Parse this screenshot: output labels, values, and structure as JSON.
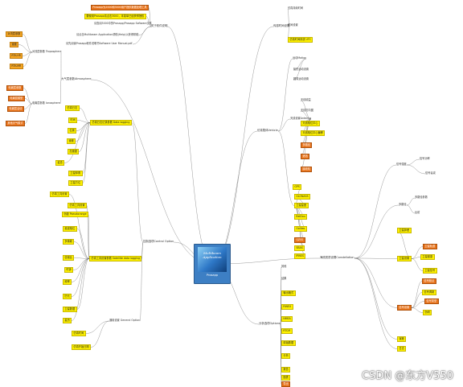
{
  "root": {
    "title": "Multibeam Application",
    "subtitle": "Prosapp"
  },
  "watermark": "CSDN @东方V550",
  "nodes": [
    {
      "id": "n01",
      "text": "Prosapp为2000和3000用户提供数据处理工具",
      "s": "e"
    },
    {
      "id": "n02",
      "text": "要使用Prosapp请点击3000，本菜单已经获得授权",
      "s": "y"
    },
    {
      "id": "n03",
      "text": "请查阅3000中的Prosapp/Prosapp Software文件",
      "s": "t"
    },
    {
      "id": "n04",
      "text": "请点击Multibeam Application帮助(Help)以获得帮助",
      "s": "t"
    },
    {
      "id": "n05",
      "text": "请先阅读Prosapp软件说明书Software User Manual.pdf",
      "s": "t"
    },
    {
      "id": "b1",
      "text": "关于软件说明",
      "s": "b"
    },
    {
      "id": "b2",
      "text": "大气层参数Atmosphere",
      "s": "b"
    },
    {
      "id": "b3",
      "text": "控制选项Control Option",
      "s": "b"
    },
    {
      "id": "b4",
      "text": "传感时间设置",
      "s": "b"
    },
    {
      "id": "b5",
      "text": "仿真载体Vehicle",
      "s": "b"
    },
    {
      "id": "b6",
      "text": "海底底质设置Constellation",
      "s": "b"
    },
    {
      "id": "b7",
      "text": "分析选项Options",
      "s": "b"
    },
    {
      "id": "n10",
      "text": "对流层参数 Troposphere",
      "s": "t"
    },
    {
      "id": "n11",
      "text": "对流层参数",
      "s": "o"
    },
    {
      "id": "n12",
      "text": "速度",
      "s": "o"
    },
    {
      "id": "n13",
      "text": "RTK-HR",
      "s": "o"
    },
    {
      "id": "n14",
      "text": "RTK-MR",
      "s": "o"
    },
    {
      "id": "n15",
      "text": "电离层参数 Ionosphere",
      "s": "t"
    },
    {
      "id": "n16",
      "text": "电离层参数",
      "s": "e"
    },
    {
      "id": "n17",
      "text": "电离层模型",
      "s": "e"
    },
    {
      "id": "n18",
      "text": "电离层活动",
      "s": "e"
    },
    {
      "id": "n19",
      "text": "其他天气模式",
      "s": "e"
    },
    {
      "id": "n20",
      "text": "仿真日志",
      "s": "y"
    },
    {
      "id": "n21",
      "text": "时间",
      "s": "y"
    },
    {
      "id": "n22",
      "text": "位置",
      "s": "y"
    },
    {
      "id": "n23",
      "text": "速度",
      "s": "y"
    },
    {
      "id": "n24",
      "text": "加速度",
      "s": "y"
    },
    {
      "id": "n25",
      "text": "姿态",
      "s": "y"
    },
    {
      "id": "n26",
      "text": "卫星仰角",
      "s": "y"
    },
    {
      "id": "n27",
      "text": "卫星方位",
      "s": "y"
    },
    {
      "id": "n28",
      "text": "仿真日志记录参数 Data logging",
      "s": "y"
    },
    {
      "id": "n29",
      "text": "仿真工具设置",
      "s": "y"
    },
    {
      "id": "n30",
      "text": "仿真工具设置",
      "s": "y"
    },
    {
      "id": "n31",
      "text": "伪距 Pseudorange",
      "s": "y"
    },
    {
      "id": "n32",
      "text": "载波相位",
      "s": "y"
    },
    {
      "id": "n33",
      "text": "多普勒",
      "s": "y"
    },
    {
      "id": "n34",
      "text": "信噪比",
      "s": "y"
    },
    {
      "id": "n35",
      "text": "时钟",
      "s": "y"
    },
    {
      "id": "n36",
      "text": "频率",
      "s": "y"
    },
    {
      "id": "n37",
      "text": "历元",
      "s": "y"
    },
    {
      "id": "n38",
      "text": "仿真工具设置参数 Satellite data logging",
      "s": "y"
    },
    {
      "id": "n39",
      "text": "卫星数据",
      "s": "y"
    },
    {
      "id": "n40",
      "text": "星历",
      "s": "y"
    },
    {
      "id": "n41",
      "text": "历书",
      "s": "y"
    },
    {
      "id": "n42",
      "text": "通用设置 General Option",
      "s": "t"
    },
    {
      "id": "n43",
      "text": "仿真时间",
      "s": "y"
    },
    {
      "id": "n44",
      "text": "仿真开始日期",
      "s": "y"
    },
    {
      "id": "n45",
      "text": "仿真持续时间",
      "s": "t"
    },
    {
      "id": "n46",
      "text": "时间设置",
      "s": "t"
    },
    {
      "id": "n47",
      "text": "仿真时间系统 UTC",
      "s": "y"
    },
    {
      "id": "n48",
      "text": "运动Motion",
      "s": "t"
    },
    {
      "id": "n49",
      "text": "矩形运动设置",
      "s": "t"
    },
    {
      "id": "n50",
      "text": "圆周运动设置",
      "s": "t"
    },
    {
      "id": "n51",
      "text": "天线设置Antenna",
      "s": "t"
    },
    {
      "id": "n52",
      "text": "天线增益",
      "s": "t"
    },
    {
      "id": "n53",
      "text": "天线方向图",
      "s": "t"
    },
    {
      "id": "n54",
      "text": "天线相位中心",
      "s": "y"
    },
    {
      "id": "n55",
      "text": "天线相位中心偏移",
      "s": "y"
    },
    {
      "id": "n56",
      "text": "多路径",
      "s": "e"
    },
    {
      "id": "n57",
      "text": "遮挡",
      "s": "e"
    },
    {
      "id": "n58",
      "text": "接收机",
      "s": "e"
    },
    {
      "id": "n59",
      "text": "卫星星座",
      "s": "y"
    },
    {
      "id": "n60",
      "text": "GPS",
      "s": "y"
    },
    {
      "id": "n61",
      "text": "GLONASS",
      "s": "y"
    },
    {
      "id": "n62",
      "text": "BeiDou",
      "s": "y"
    },
    {
      "id": "n63",
      "text": "Galileo",
      "s": "y"
    },
    {
      "id": "n64",
      "text": "QZSS",
      "s": "e"
    },
    {
      "id": "n65",
      "text": "SBAS",
      "s": "y"
    },
    {
      "id": "n66",
      "text": "IRNSS",
      "s": "y"
    },
    {
      "id": "n67",
      "text": "信号强度",
      "s": "t"
    },
    {
      "id": "n68",
      "text": "信号功率",
      "s": "t"
    },
    {
      "id": "n69",
      "text": "信号衰减",
      "s": "t"
    },
    {
      "id": "n70",
      "text": "多路径",
      "s": "t"
    },
    {
      "id": "n71",
      "text": "多路径参数",
      "s": "t"
    },
    {
      "id": "n72",
      "text": "反射",
      "s": "t"
    },
    {
      "id": "n73",
      "text": "卫星钟差",
      "s": "y"
    },
    {
      "id": "n74",
      "text": "卫星设置",
      "s": "y"
    },
    {
      "id": "n75",
      "text": "卫星轨道",
      "s": "e"
    },
    {
      "id": "n76",
      "text": "卫星健康",
      "s": "y"
    },
    {
      "id": "n77",
      "text": "卫星信号",
      "s": "y"
    },
    {
      "id": "n78",
      "text": "信号设置",
      "s": "e"
    },
    {
      "id": "n79",
      "text": "信号频点",
      "s": "e"
    },
    {
      "id": "n80",
      "text": "信号调制",
      "s": "y"
    },
    {
      "id": "n81",
      "text": "信号类型",
      "s": "e"
    },
    {
      "id": "n82",
      "text": "伪码",
      "s": "y"
    },
    {
      "id": "n83",
      "text": "误差",
      "s": "y"
    },
    {
      "id": "n84",
      "text": "日志",
      "s": "y"
    },
    {
      "id": "n85",
      "text": "其他",
      "s": "t"
    },
    {
      "id": "n86",
      "text": "结果",
      "s": "t"
    },
    {
      "id": "n87",
      "text": "输出格式",
      "s": "y"
    },
    {
      "id": "n88",
      "text": "RINEX",
      "s": "y"
    },
    {
      "id": "n89",
      "text": "NMEA",
      "s": "y"
    },
    {
      "id": "n90",
      "text": "RTCM",
      "s": "y"
    },
    {
      "id": "n91",
      "text": "原始数据",
      "s": "y"
    },
    {
      "id": "n92",
      "text": "分析",
      "s": "y"
    },
    {
      "id": "n93",
      "text": "报告",
      "s": "y"
    },
    {
      "id": "n94",
      "text": "图表",
      "s": "y"
    },
    {
      "id": "n95",
      "text": "导出",
      "s": "e"
    }
  ],
  "links": [
    [
      "root",
      "b1"
    ],
    [
      "root",
      "b2"
    ],
    [
      "root",
      "b3"
    ],
    [
      "root",
      "b4"
    ],
    [
      "root",
      "b5"
    ],
    [
      "root",
      "b6"
    ],
    [
      "root",
      "b7"
    ],
    [
      "b1",
      "n01"
    ],
    [
      "b1",
      "n02"
    ],
    [
      "b1",
      "n03"
    ],
    [
      "b1",
      "n04"
    ],
    [
      "b1",
      "n05"
    ],
    [
      "b2",
      "n10"
    ],
    [
      "n10",
      "n11"
    ],
    [
      "n10",
      "n12"
    ],
    [
      "n10",
      "n13"
    ],
    [
      "n10",
      "n14"
    ],
    [
      "b2",
      "n15"
    ],
    [
      "n15",
      "n16"
    ],
    [
      "n15",
      "n17"
    ],
    [
      "n15",
      "n18"
    ],
    [
      "n15",
      "n19"
    ],
    [
      "b3",
      "n28"
    ],
    [
      "n28",
      "n20"
    ],
    [
      "n28",
      "n21"
    ],
    [
      "n28",
      "n22"
    ],
    [
      "n28",
      "n23"
    ],
    [
      "n28",
      "n24"
    ],
    [
      "n28",
      "n25"
    ],
    [
      "n28",
      "n26"
    ],
    [
      "n28",
      "n27"
    ],
    [
      "b3",
      "n38"
    ],
    [
      "n38",
      "n29"
    ],
    [
      "n38",
      "n30"
    ],
    [
      "n38",
      "n31"
    ],
    [
      "n38",
      "n32"
    ],
    [
      "n38",
      "n33"
    ],
    [
      "n38",
      "n34"
    ],
    [
      "n38",
      "n35"
    ],
    [
      "n38",
      "n36"
    ],
    [
      "n38",
      "n37"
    ],
    [
      "n38",
      "n39"
    ],
    [
      "n38",
      "n40"
    ],
    [
      "b3",
      "n42"
    ],
    [
      "n42",
      "n43"
    ],
    [
      "n42",
      "n44"
    ],
    [
      "b4",
      "n45"
    ],
    [
      "b4",
      "n46"
    ],
    [
      "b4",
      "n47"
    ],
    [
      "b5",
      "n48"
    ],
    [
      "n48",
      "n49"
    ],
    [
      "n48",
      "n50"
    ],
    [
      "b5",
      "n51"
    ],
    [
      "n51",
      "n52"
    ],
    [
      "n51",
      "n53"
    ],
    [
      "n51",
      "n54"
    ],
    [
      "n51",
      "n55"
    ],
    [
      "n51",
      "n56"
    ],
    [
      "n51",
      "n57"
    ],
    [
      "n51",
      "n58"
    ],
    [
      "b5",
      "n59"
    ],
    [
      "n59",
      "n60"
    ],
    [
      "n59",
      "n61"
    ],
    [
      "n59",
      "n62"
    ],
    [
      "n59",
      "n63"
    ],
    [
      "n59",
      "n64"
    ],
    [
      "n59",
      "n65"
    ],
    [
      "n59",
      "n66"
    ],
    [
      "b6",
      "n67"
    ],
    [
      "n67",
      "n68"
    ],
    [
      "n67",
      "n69"
    ],
    [
      "b6",
      "n70"
    ],
    [
      "n70",
      "n71"
    ],
    [
      "n70",
      "n72"
    ],
    [
      "b6",
      "n74"
    ],
    [
      "n74",
      "n73"
    ],
    [
      "n74",
      "n75"
    ],
    [
      "n74",
      "n76"
    ],
    [
      "n74",
      "n77"
    ],
    [
      "b6",
      "n78"
    ],
    [
      "n78",
      "n79"
    ],
    [
      "n78",
      "n80"
    ],
    [
      "n78",
      "n81"
    ],
    [
      "n78",
      "n82"
    ],
    [
      "b6",
      "n83"
    ],
    [
      "b6",
      "n84"
    ],
    [
      "b7",
      "n85"
    ],
    [
      "b7",
      "n86"
    ],
    [
      "b7",
      "n87"
    ],
    [
      "b7",
      "n88"
    ],
    [
      "b7",
      "n89"
    ],
    [
      "b7",
      "n90"
    ],
    [
      "b7",
      "n91"
    ],
    [
      "b7",
      "n92"
    ],
    [
      "b7",
      "n93"
    ],
    [
      "b7",
      "n94"
    ],
    [
      "b7",
      "n95"
    ]
  ]
}
